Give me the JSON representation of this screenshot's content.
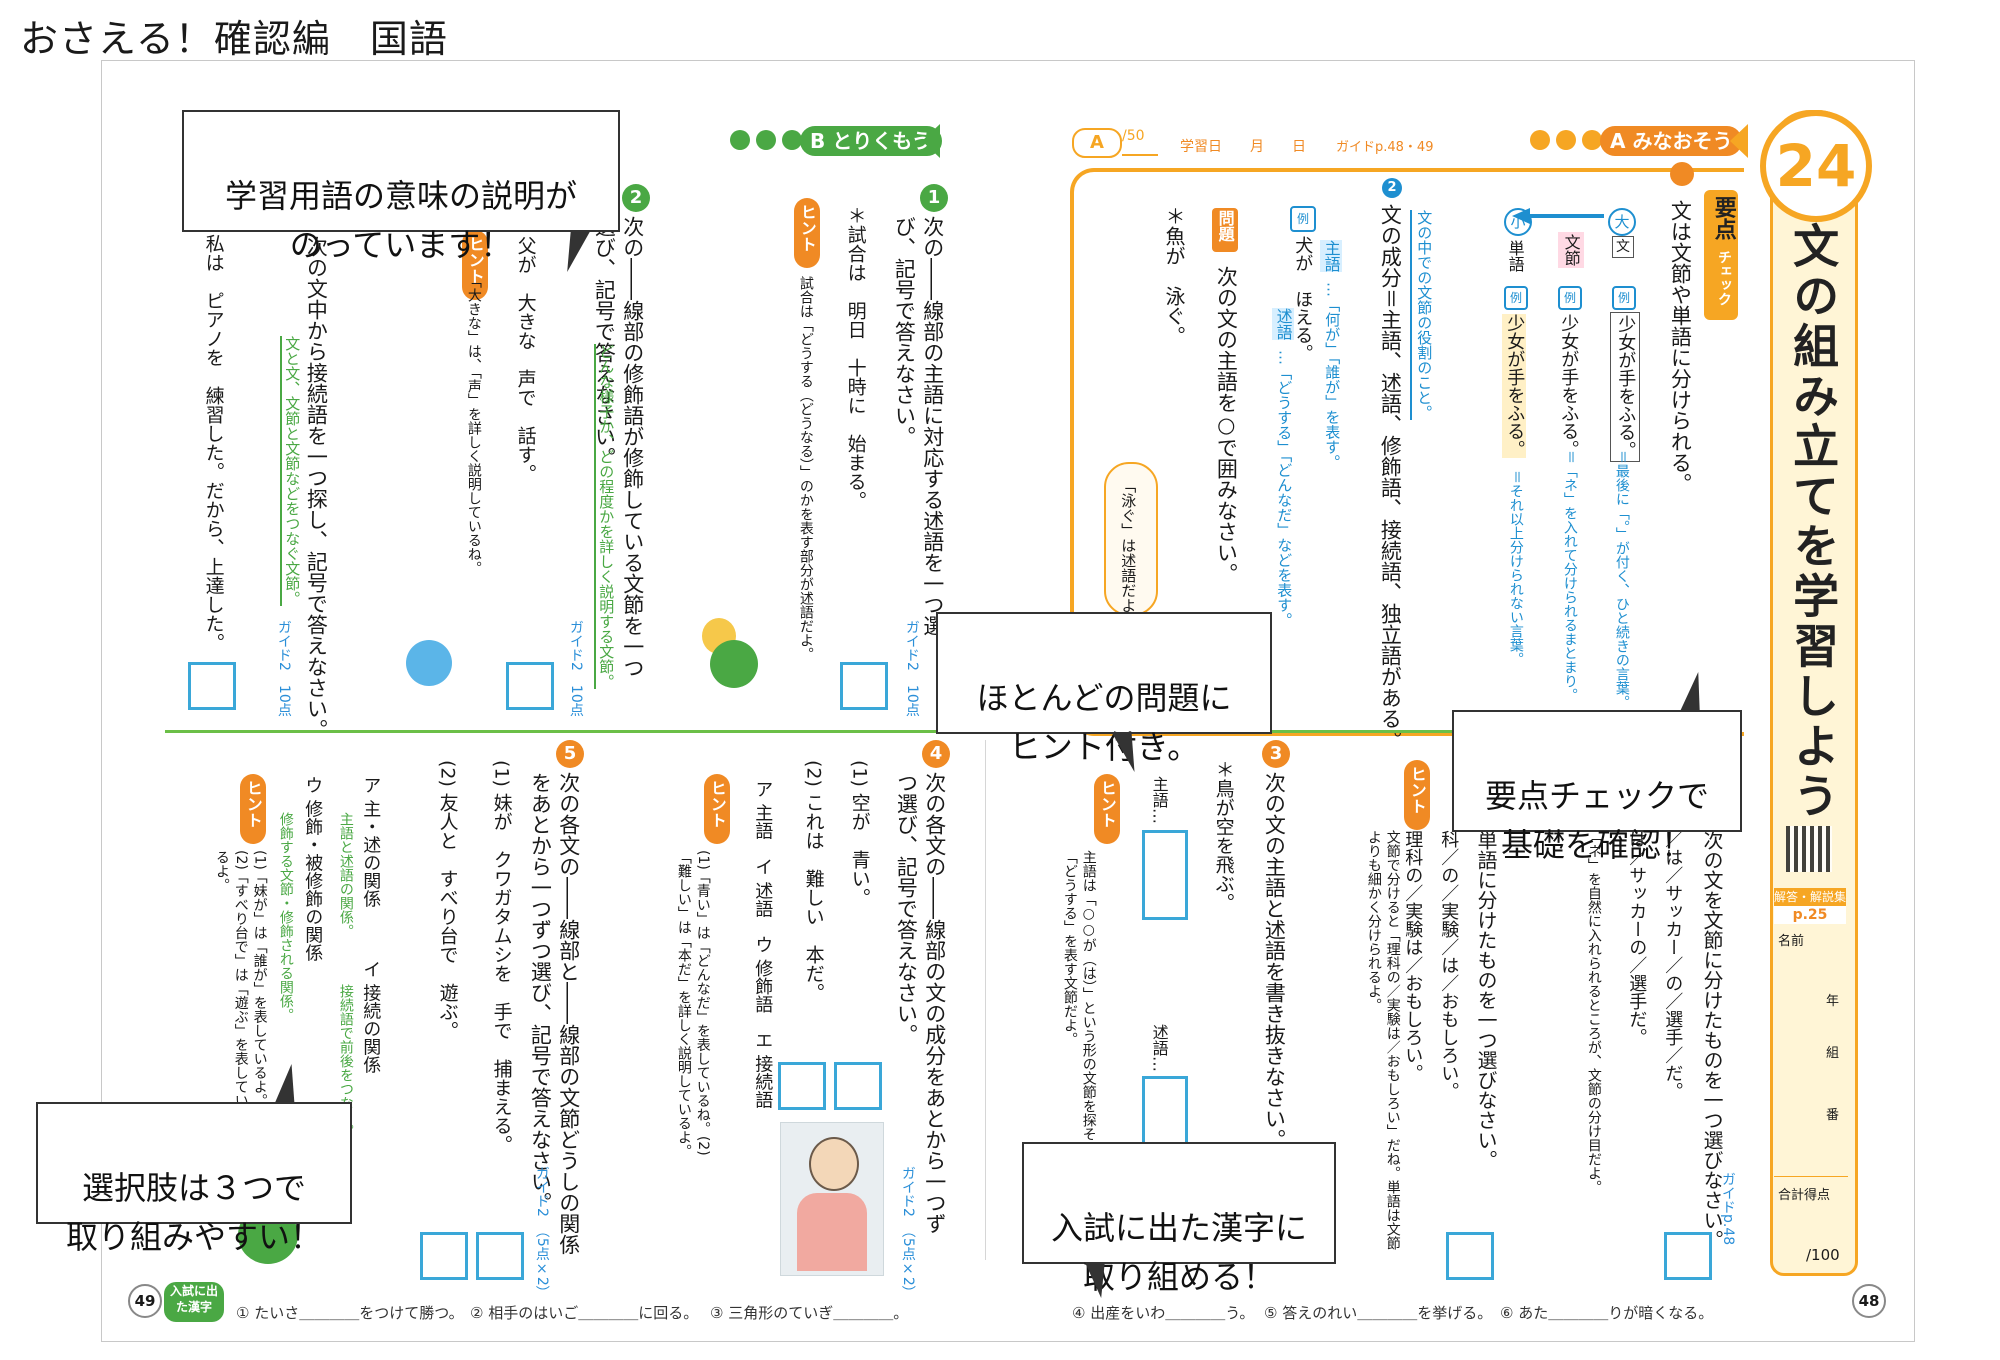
{
  "header": {
    "title": "おさえる！確認編　国語"
  },
  "unit": {
    "number": "24",
    "title": "文の組み立てを学習しよう",
    "answer_ref_label": "解答・解説集",
    "answer_ref_page": "p.25",
    "name_label": "名前",
    "year_label": "年",
    "class_label": "組",
    "seat_label": "番",
    "total_label": "合計得点",
    "total_score": "/100",
    "score_box": "/50",
    "study_date": "学習日　　月　　日",
    "guide_pages": "ガイドp.48・49",
    "colors": {
      "orange": "#f6a623",
      "green": "#4aa844",
      "blue": "#1e8fd0"
    }
  },
  "tags": {
    "a": "みなおそう",
    "b": "とりくもう",
    "a_badge": "A",
    "b_badge": "B"
  },
  "youten": {
    "label": "要点",
    "check": "チェック",
    "line1": "文は文節や単語に分けられる。",
    "ex1": "少女が手をふる。",
    "ex1_note": "＝最後に「。」が付く、ひと続きの言葉。",
    "bunsetsu": "文節",
    "ex2": "少女が手をふる。",
    "ex2_note": "＝「ネ」を入れて分けられるまとまり。",
    "tango": "単語",
    "ex3": "少女が手をふる。",
    "ex3_note": "＝それ以上分けられない言葉。",
    "big": "大",
    "small": "小",
    "bun": "文",
    "line2_num": "2",
    "line2_note": "文の中での文節の役割のこと。",
    "line2": "文の成分＝主語、述語、修飾語、接続語、独立語がある。",
    "shugo_label": "主語",
    "shugo_desc": "…「何が」「誰が」を表す。",
    "jutsugo_label": "述語",
    "jutsugo_desc": "…「どうする」「どんなだ」などを表す。",
    "ex4": "犬が　ほえる。",
    "mondai_label": "問題",
    "mondai": "次の文の主語を○で囲みなさい。",
    "mondai_ex": "＊魚が　泳ぐ。",
    "bubble": "「泳ぐ」は述語だよ。"
  },
  "sectionB": {
    "q1_num": "1",
    "q1": "次の――線部の主語に対応する述語を一つ選び、記号で答えなさい。",
    "q1_ex": "＊試合は　明日　十時に　始まる。",
    "q1_hint": "試合は「どうする（どうなる）」のかを表す部分が述語だよ。",
    "q2_num": "2",
    "q2": "次の――線部の修飾語が修飾している文節を一つ選び、記号で答えなさい。",
    "q2_note": "どんな様子か、どの程度かを詳しく説明する文節。",
    "q2_ex": "父が　大きな　声で　話す。",
    "q2_hint": "「大きな」は、「声」を詳しく説明しているね。",
    "q3": "次の文中から接続語を一つ探し、記号で答えなさい。",
    "q3_note": "文と文、文節と文節などをつなぐ文節。",
    "q3_ex": "私は　ピアノを　練習した。だから、上達した。",
    "guide": "ガイド2　10点"
  },
  "lower_right": {
    "q3_num": "3",
    "q3": "次の文の主語と述語を書き抜きなさい。",
    "q3_ex": "＊鳥が空を飛ぶ。",
    "q3_shugo": "主語…",
    "q3_jutsugo": "述語…",
    "q3_hint": "主語は「○○が（は）」という形の文節を探そう。述語は「どうする」を表す文節だよ。",
    "qa": "次の文を文節に分けたものを一つ選びなさい。",
    "qa_ex1": "／は／サッカー／の／選手／だ。",
    "qa_ex2": "は／サッカーの／選手だ。",
    "qa_hint": "「ネ」を自然に入れられるところが、文節の分け目だよ。",
    "qb": "単語に分けたものを一つ選びなさい。",
    "qb_ex1": "科／の／実験／は／おもしろい。",
    "qb_ex2": "理科の／実験は／おもしろい。",
    "qb_hint": "文節で分けると「理科の／実験は／おもしろい」だね。単語は文節よりも細かく分けられるよ。",
    "guide_p": "ガイドp.48"
  },
  "lower_left": {
    "q4_num": "4",
    "q4": "次の各文の――線部の文の成分をあとから一つずつ選び、記号で答えなさい。",
    "q4_1": "(1) 空が　青い。",
    "q4_2": "(2) これは　難しい　本だ。",
    "q4_opts": "ア 主語　イ 述語　ウ 修飾語　エ 接続語",
    "q4_hint": "(1)「青い」は「どんなだ」を表しているね。(2)「難しい」は「本だ」を詳しく説明しているよ。",
    "q5_num": "5",
    "q5": "次の各文の――線部と――線部の文節どうしの関係をあとから一つずつ選び、記号で答えなさい。",
    "q5_1": "(1) 妹が　クワガタムシを　手で　捕まえる。",
    "q5_2": "(2) 友人と　すべり台で　遊ぶ。",
    "q5_opt_a": "ア 主・述の関係",
    "q5_opt_a_note": "主語と述語の関係。",
    "q5_opt_i": "イ 接続の関係",
    "q5_opt_i_note": "接続語で前後をつなぐ。",
    "q5_opt_u": "ウ 修飾・被修飾の関係",
    "q5_opt_u_note": "修飾する文節・修飾される関係。",
    "q5_hint": "(1)「妹が」は「誰が」を表しているよ。(2)「すべり台で」は「遊ぶ」を表しているよ。",
    "guide": "ガイド2　（5点×2）"
  },
  "footer": {
    "badge": "入試に出た漢字",
    "left_page": "49",
    "right_page": "48",
    "k1": "① たいさ＿＿＿＿をつけて勝つ。",
    "k2": "② 相手のはいご＿＿＿＿に回る。",
    "k3": "③ 三角形のていぎ＿＿＿＿。",
    "k4": "④ 出産をいわ＿＿＿＿う。",
    "k5": "⑤ 答えのれい＿＿＿＿を挙げる。",
    "k6": "⑥ あた＿＿＿＿りが暗くなる。"
  },
  "callouts": {
    "c1": "学習用語の意味の説明が\nのっています！",
    "c2": "ほとんどの問題に\nヒント付き。",
    "c3": "要点チェックで\n基礎を確認！",
    "c4": "選択肢は３つで\n取り組みやすい！",
    "c5": "入試に出た漢字に\n取り組める！"
  },
  "hint_label": "ヒント"
}
